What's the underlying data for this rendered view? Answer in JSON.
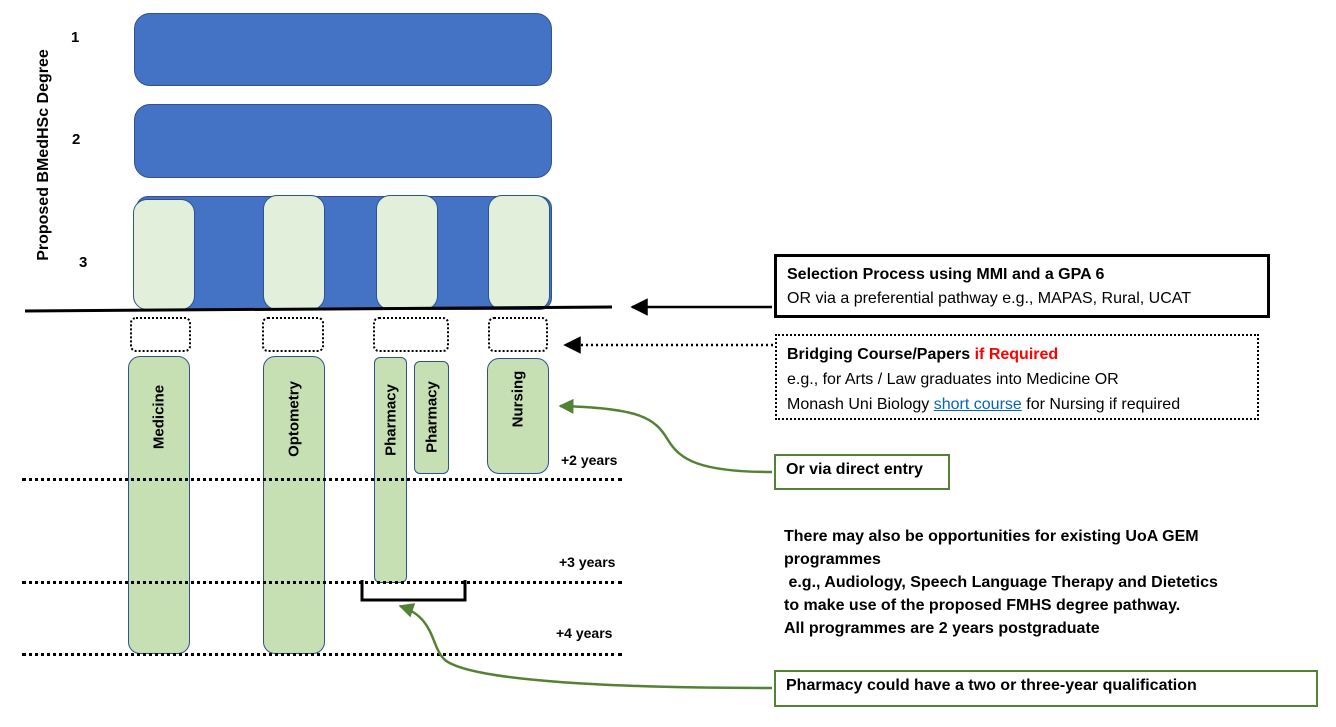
{
  "degree": {
    "axis_label": "Proposed BMedHSc Degree",
    "years": [
      "1",
      "2",
      "3"
    ]
  },
  "programmes": [
    {
      "label": "Medicine"
    },
    {
      "label": "Optometry"
    },
    {
      "label": "Pharmacy"
    },
    {
      "label": "Pharmacy"
    },
    {
      "label": "Nursing"
    }
  ],
  "timeline": [
    "+2 years",
    "+3 years",
    "+4 years"
  ],
  "selection_box": {
    "title": "Selection Process using MMI and a GPA 6",
    "line2": "OR via a preferential pathway e.g., MAPAS, Rural, UCAT"
  },
  "bridging_box": {
    "title": "Bridging Course/Papers ",
    "title_highlight": "if Required",
    "line2": "e.g., for Arts / Law graduates into Medicine OR",
    "line3_pre": "Monash Uni Biology ",
    "line3_link": "short course",
    "line3_post": " for Nursing if required"
  },
  "direct_entry": "Or via direct entry",
  "opportunities": {
    "line1": "There may also be opportunities for existing UoA GEM",
    "line2": "programmes",
    "line3": " e.g., Audiology, Speech Language Therapy and Dietetics",
    "line4": "to make use of the proposed FMHS degree pathway.",
    "line5": "All programmes are 2 years postgraduate"
  },
  "pharmacy_note": "Pharmacy could have a two or three-year qualification",
  "colors": {
    "degree_blue": "#4472c4",
    "pale_green": "#e2efda",
    "programme_green": "#c6e0b4",
    "callout_green": "#548235",
    "highlight_red": "#ff0000",
    "link_blue": "#0563c1"
  }
}
